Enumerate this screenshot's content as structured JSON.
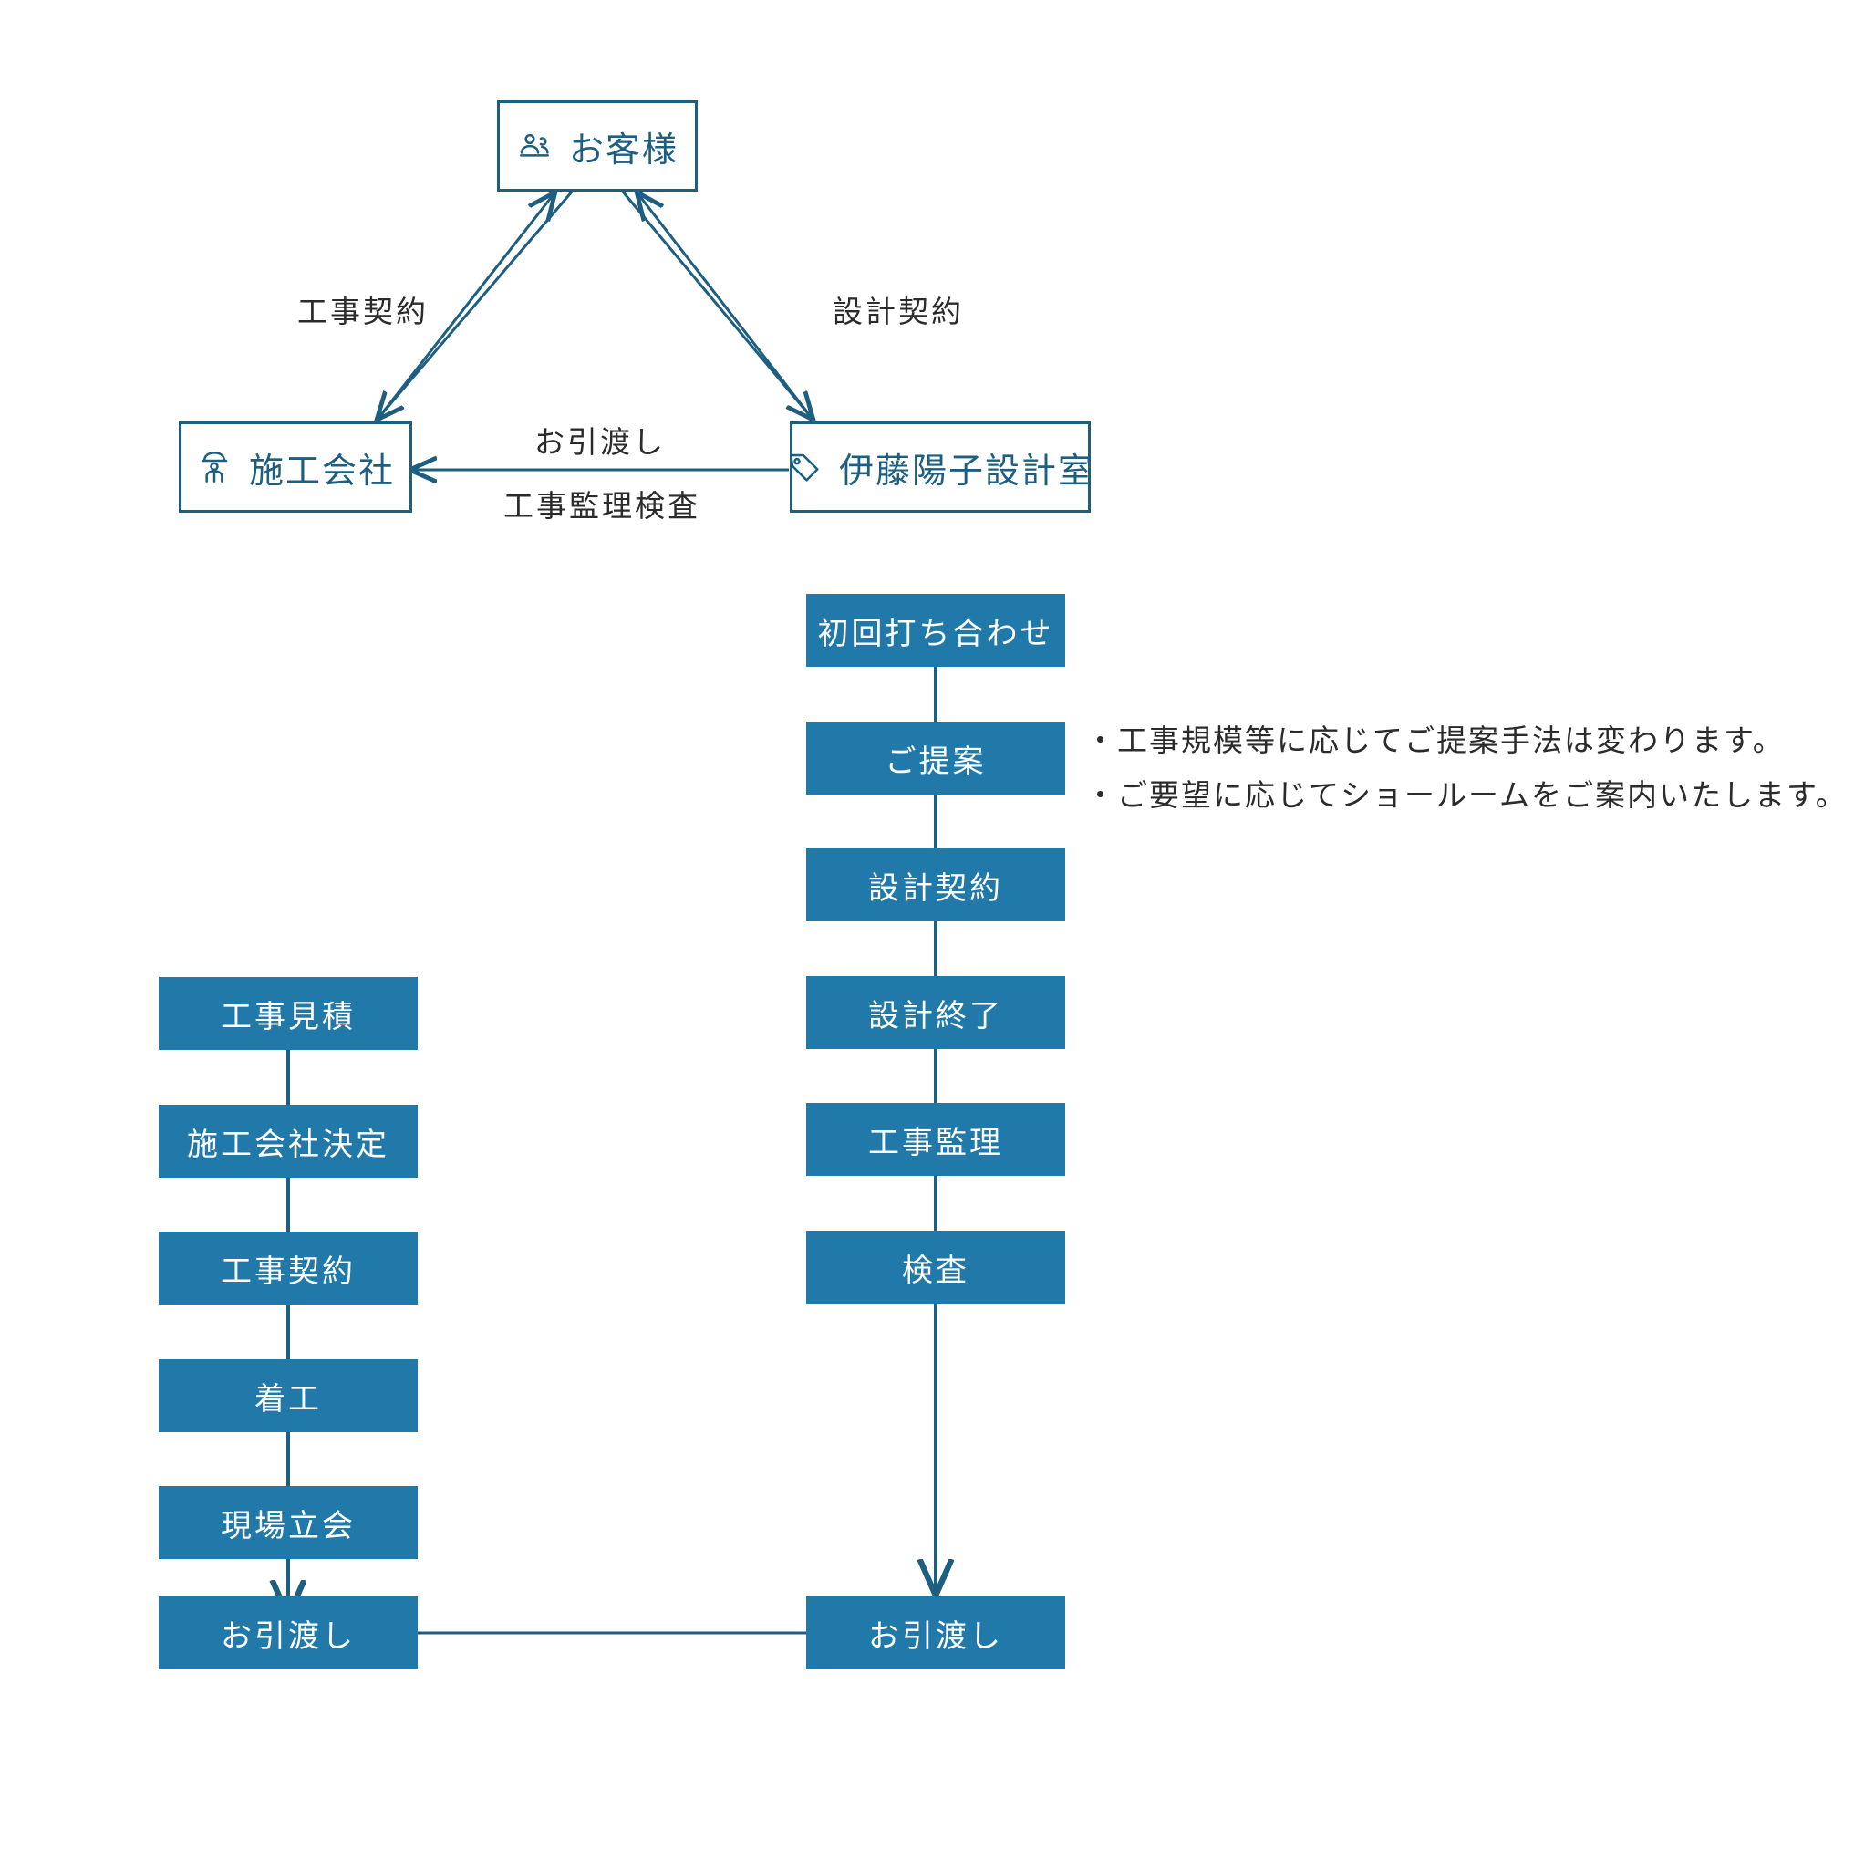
{
  "theme": {
    "accent": "#2179aa",
    "outline": "#1d5f80",
    "line": "#1d5f80",
    "text": "#2b2b2b",
    "box_text": "#ffffff",
    "background": "#ffffff"
  },
  "relationship_diagram": {
    "nodes": [
      {
        "id": "customer",
        "label": "お客様",
        "icon": "two-people-icon"
      },
      {
        "id": "contractor",
        "label": "施工会社",
        "icon": "construction-worker-icon"
      },
      {
        "id": "design_office",
        "label": "伊藤陽子設計室",
        "icon": "tag-icon"
      }
    ],
    "edges": [
      {
        "id": "construction-contract",
        "label": "工事契約",
        "from": "contractor",
        "to": "customer"
      },
      {
        "id": "design-contract",
        "label": "設計契約",
        "from": "design_office",
        "to": "customer"
      },
      {
        "id": "handover",
        "label": "お引渡し",
        "from": "design_office",
        "to": "contractor"
      },
      {
        "id": "supervision-inspection",
        "label": "工事監理検査",
        "from": "design_office",
        "to": "contractor"
      }
    ]
  },
  "flow": {
    "design_column": {
      "id": "design-flow",
      "steps": [
        {
          "id": "first-meeting",
          "label": "初回打ち合わせ"
        },
        {
          "id": "proposal",
          "label": "ご提案"
        },
        {
          "id": "design-contract",
          "label": "設計契約"
        },
        {
          "id": "design-complete",
          "label": "設計終了"
        },
        {
          "id": "construction-supervision",
          "label": "工事監理"
        },
        {
          "id": "inspection",
          "label": "検査"
        },
        {
          "id": "handover",
          "label": "お引渡し"
        }
      ]
    },
    "construction_column": {
      "id": "construction-flow",
      "steps": [
        {
          "id": "construction-estimate",
          "label": "工事見積"
        },
        {
          "id": "contractor-selection",
          "label": "施工会社決定"
        },
        {
          "id": "construction-contract",
          "label": "工事契約"
        },
        {
          "id": "construction-start",
          "label": "着工"
        },
        {
          "id": "site-attendance",
          "label": "現場立会"
        },
        {
          "id": "handover",
          "label": "お引渡し"
        }
      ]
    }
  },
  "notes": [
    {
      "id": "note-proposal-method",
      "text": "・工事規模等に応じてご提案手法は変わります。"
    },
    {
      "id": "note-showroom",
      "text": "・ご要望に応じてショールームをご案内いたします。"
    }
  ]
}
